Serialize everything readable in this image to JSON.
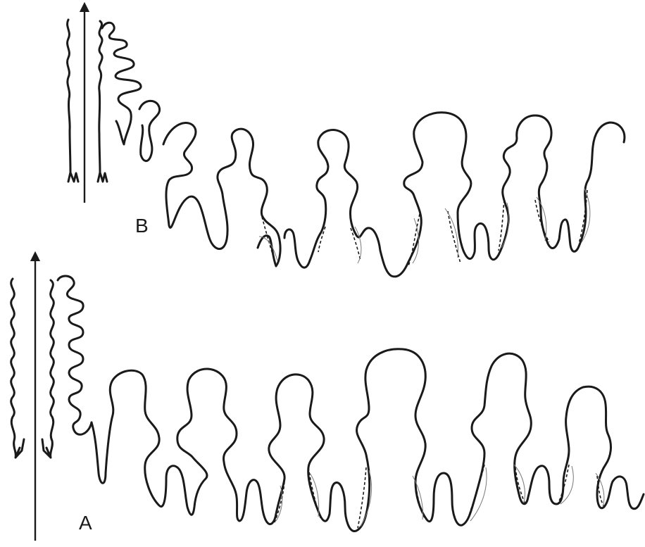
{
  "figure": {
    "panels": [
      {
        "id": "B",
        "label": "B"
      },
      {
        "id": "A",
        "label": "A"
      }
    ],
    "colors": {
      "ink": "#1a1a1a",
      "thin_line": "#777777",
      "background": "#ffffff"
    }
  }
}
